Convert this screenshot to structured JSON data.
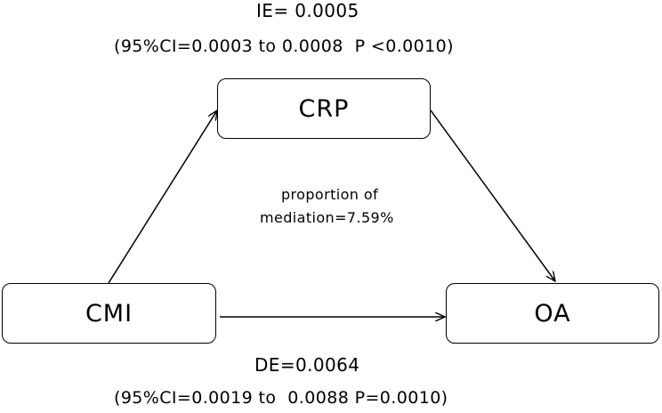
{
  "indirect_effect": {
    "label": "IE= 0.0005",
    "ci": "(95%CI=0.0003 to 0.0008  P <0.0010)"
  },
  "mediation": {
    "line1": "proportion of",
    "line2": "mediation=7.59%"
  },
  "direct_effect": {
    "label": "DE=0.0064",
    "ci": "(95%CI=0.0019 to  0.0088 P=0.0010)"
  },
  "nodes": {
    "exposure": "CMI",
    "mediator": "CRP",
    "outcome": "OA"
  },
  "colors": {
    "stroke": "#000000",
    "background": "#ffffff"
  }
}
